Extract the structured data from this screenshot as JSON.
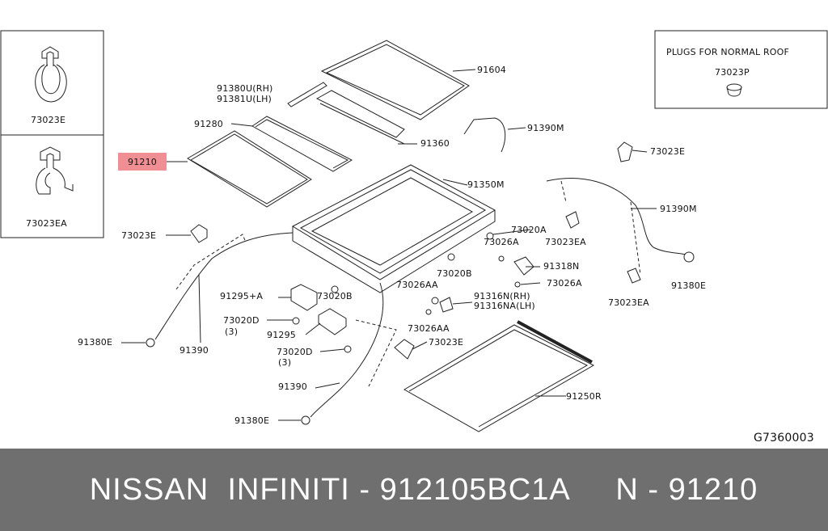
{
  "diagram_code": "G7360003",
  "inset": {
    "clip_top_label": "73023E",
    "clip_bottom_label": "73023EA",
    "plugs_title": "PLUGS FOR NORMAL ROOF",
    "plugs_part": "73023P"
  },
  "highlight_part": "91210",
  "labels": {
    "p91604": "91604",
    "p91380u": "91380U(RH)",
    "p91381u": "91381U(LH)",
    "p91280": "91280",
    "p91360": "91360",
    "p91390m_top": "91390M",
    "p73023e_right": "73023E",
    "p91350m": "91350M",
    "p91390m_right": "91390M",
    "p73023e_left": "73023E",
    "p73020a": "73020A",
    "p73026a_1": "73026A",
    "p73023ea_mid": "73023EA",
    "p73020b_1": "73020B",
    "p91318n": "91318N",
    "p73026a_2": "73026A",
    "p73026aa_1": "73026AA",
    "p73020b_2": "73020B",
    "p91295a": "91295+A",
    "p91316n": "91316N(RH)",
    "p91316na": "91316NA(LH)",
    "p73023ea_right": "73023EA",
    "p91380e_right": "91380E",
    "p73020d_1": "73020D",
    "p3_1": "(3)",
    "p73026aa_2": "73026AA",
    "p91295": "91295",
    "p73023e_low": "73023E",
    "p91380e_left": "91380E",
    "p91390_left": "91390",
    "p73020d_2": "73020D",
    "p3_2": "(3)",
    "p91390_bottom": "91390",
    "p91250r": "91250R",
    "p91380e_bottom": "91380E"
  },
  "footer": {
    "text": "NISSAN  INFINITI - 912105BC1A     N - 91210"
  }
}
